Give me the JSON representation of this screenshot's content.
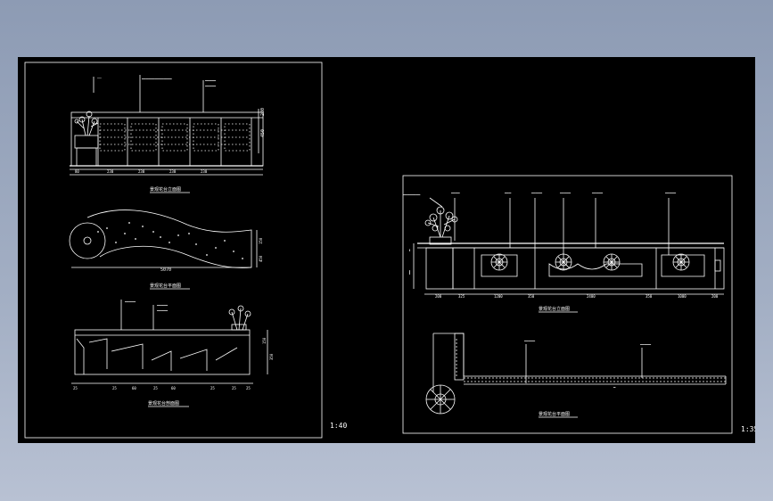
{
  "drawing": {
    "background": "#000000",
    "line_color": "#ffffff",
    "panels": [
      {
        "id": "left-sheet",
        "scale_label": "1:40",
        "views": [
          {
            "id": "front-elevation",
            "title": "景观花台立面图",
            "dims": [
              "280",
              "450",
              "230",
              "230",
              "230",
              "230",
              "80"
            ]
          },
          {
            "id": "plan-view",
            "title": "景观花台平面图",
            "dims": [
              "5070",
              "150",
              "450"
            ]
          },
          {
            "id": "section-elevation",
            "title": "景观花台剖面图",
            "dims": [
              "25",
              "25",
              "60",
              "25",
              "60",
              "25",
              "25",
              "25",
              "150",
              "350"
            ]
          }
        ]
      },
      {
        "id": "right-sheet",
        "scale_label": "1:35",
        "views": [
          {
            "id": "right-elevation",
            "title": "景观花台立面图",
            "dims": [
              "200",
              "325",
              "1200",
              "350",
              "2400",
              "350",
              "1000",
              "200"
            ]
          },
          {
            "id": "right-plan",
            "title": "景观花台平面图",
            "dims": []
          }
        ]
      }
    ]
  }
}
